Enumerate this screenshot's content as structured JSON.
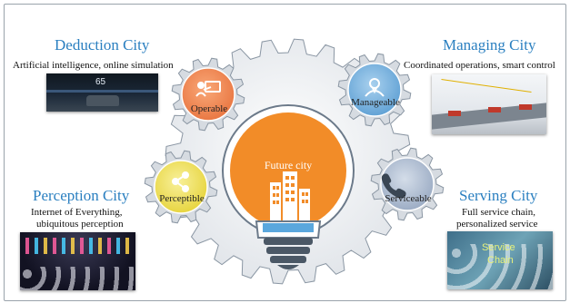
{
  "center": {
    "label": "Future city",
    "color": "#f28c28"
  },
  "gears": [
    {
      "label": "Operable",
      "color": "#f08457",
      "icon": "presenter-icon"
    },
    {
      "label": "Manageable",
      "color": "#7fb5de",
      "icon": "manager-icon"
    },
    {
      "label": "Perceptible",
      "color": "#f1e35a",
      "icon": "share-icon"
    },
    {
      "label": "Serviceable",
      "color": "#b4c2d6",
      "icon": "phone-icon"
    }
  ],
  "cities": {
    "deduction": {
      "title": "Deduction City",
      "desc": "Artificial intelligence, online simulation",
      "speed": "65"
    },
    "managing": {
      "title": "Managing City",
      "desc": "Coordinated operations, smart control"
    },
    "perception": {
      "title": "Perception City",
      "desc_lines": [
        "Internet of Everything,",
        "ubiquitous perception"
      ]
    },
    "serving": {
      "title": "Serving City",
      "desc_lines": [
        "Full service chain,",
        "personalized service"
      ],
      "image_text_1": "Service",
      "image_text_2": "Chain"
    }
  }
}
